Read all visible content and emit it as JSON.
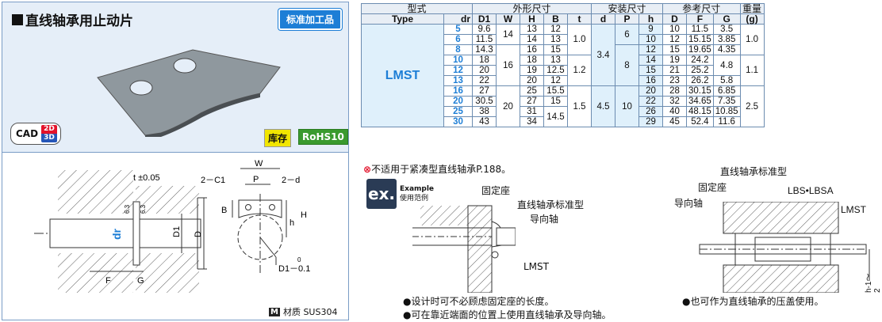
{
  "card": {
    "title": "直线轴承用止动片",
    "tag": "标准加工品",
    "cad_label": "CAD",
    "cad_2d": "2D",
    "cad_3d": "3D",
    "stock": "库存",
    "rohs": "RoHS10",
    "material_icon": "M",
    "material_text": "材质  SUS304"
  },
  "drawing": {
    "t_label": "t ±0.05",
    "c1_label": "2－C1",
    "d_label": "2－d",
    "w_label": "W",
    "p_label": "P",
    "b_label": "B",
    "h_label": "H",
    "h_small": "h",
    "d1_label": "D1",
    "d_big": "D",
    "dr_label": "dr",
    "f_label": "F",
    "g_label": "G",
    "d1_tol": "D1－0.1",
    "d1_tol_top": "0",
    "ra1": "6.3",
    "ra2": "6.3"
  },
  "table": {
    "group_headers": [
      "型式",
      "外形尺寸",
      "安装尺寸",
      "参考尺寸",
      "重量"
    ],
    "col_headers": [
      "Type",
      "dr",
      "D1",
      "W",
      "H",
      "B",
      "t",
      "d",
      "P",
      "h",
      "D",
      "F",
      "G",
      "(g)"
    ],
    "type_name": "LMST",
    "rows": [
      {
        "dr": "5",
        "D1": "9.6",
        "H": "13",
        "B": "12",
        "h": "9",
        "D": "10",
        "F": "11.5",
        "G": "3.5"
      },
      {
        "dr": "6",
        "D1": "11.5",
        "H": "14",
        "B": "13",
        "h": "10",
        "D": "12",
        "F": "15.15",
        "G": "3.85"
      },
      {
        "dr": "8",
        "D1": "14.3",
        "H": "16",
        "B": "15",
        "h": "12",
        "D": "15",
        "F": "19.65",
        "G": "4.35"
      },
      {
        "dr": "10",
        "D1": "18",
        "H": "18",
        "B": "13",
        "h": "14",
        "D": "19",
        "F": "24.2",
        "G": ""
      },
      {
        "dr": "12",
        "D1": "20",
        "H": "19",
        "B": "12.5",
        "h": "15",
        "D": "21",
        "F": "25.2",
        "G": ""
      },
      {
        "dr": "13",
        "D1": "22",
        "H": "20",
        "B": "12",
        "h": "16",
        "D": "23",
        "F": "26.2",
        "G": "5.8"
      },
      {
        "dr": "16",
        "D1": "27",
        "H": "25",
        "B": "15.5",
        "h": "20",
        "D": "28",
        "F": "30.15",
        "G": "6.85"
      },
      {
        "dr": "20",
        "D1": "30.5",
        "H": "27",
        "B": "15",
        "h": "22",
        "D": "32",
        "F": "34.65",
        "G": "7.35"
      },
      {
        "dr": "25",
        "D1": "38",
        "H": "31",
        "B": "",
        "h": "26",
        "D": "40",
        "F": "48.15",
        "G": "10.85"
      },
      {
        "dr": "30",
        "D1": "43",
        "H": "34",
        "B": "",
        "h": "29",
        "D": "45",
        "F": "52.4",
        "G": "11.6"
      }
    ],
    "merged": {
      "W_a": "14",
      "W_b": "16",
      "W_c": "20",
      "t_a": "1.0",
      "t_b": "1.2",
      "t_c": "1.5",
      "d_a": "3.4",
      "d_c": "4.5",
      "P_a": "6",
      "P_b": "8",
      "P_c": "10",
      "G_b": "4.8",
      "B_c": "14.5",
      "wt_a": "1.0",
      "wt_b": "1.1",
      "wt_c": "2.5"
    }
  },
  "notes": {
    "not_applicable": "不适用于紧凑型直线轴承P.188。",
    "example_en": "Example",
    "example_cn": "使用范例",
    "ex_icon": "ex.",
    "fixed_seat": "固定座",
    "lm_standard": "直线轴承标准型",
    "guide_shaft": "导向轴",
    "lmst": "LMST",
    "fixed_seat_r": "固定座",
    "lm_standard_r": "直线轴承标准型",
    "guide_shaft_r": "导向轴",
    "lbs": "LBS•LBSA",
    "lmst_r": "LMST",
    "h_dim": "h-1～2",
    "bullet1": "●设计时可不必顾虑固定座的长度。",
    "bullet2": "●可在靠近端面的位置上使用直线轴承及导向轴。",
    "bullet3": "●也可作为直线轴承的压盖使用。"
  },
  "colors": {
    "accent": "#1d7ed6",
    "panel": "#e5eef8",
    "border": "#7a9cc6",
    "cell_blue": "#dff0fb"
  }
}
